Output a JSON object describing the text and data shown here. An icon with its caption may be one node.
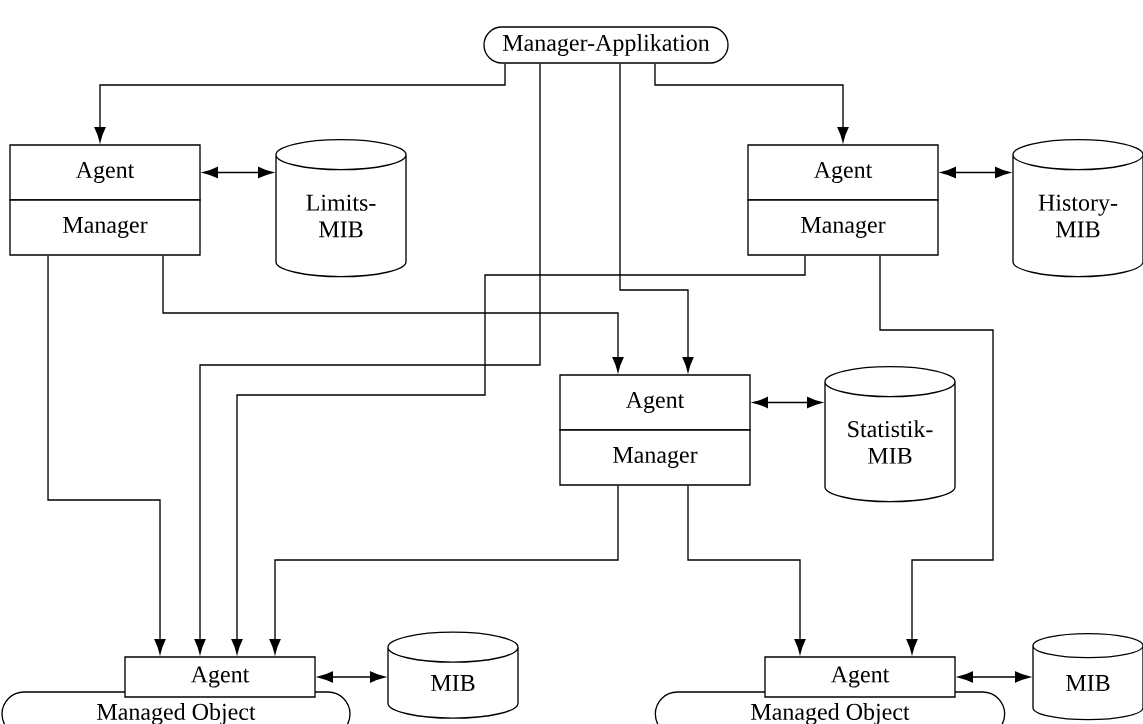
{
  "diagram": {
    "nodes": [
      {
        "text": [
          "Manager-Applikation"
        ]
      },
      {
        "text": [
          "Agent"
        ]
      },
      {
        "text": [
          "Manager"
        ]
      },
      {
        "text": [
          "Limits- MIB"
        ]
      },
      {
        "text": [
          "Agent"
        ]
      },
      {
        "text": [
          "Manager"
        ]
      },
      {
        "text": [
          "History- MIB"
        ]
      },
      {
        "text": [
          "Agent"
        ]
      },
      {
        "text": [
          "Manager"
        ]
      },
      {
        "text": [
          "Statistik- MIB"
        ]
      },
      {
        "text": [
          "Managed Object"
        ]
      },
      {
        "text": [
          "Agent"
        ]
      },
      {
        "text": [
          "MIB"
        ]
      },
      {
        "text": [
          "Managed Object"
        ]
      },
      {
        "text": [
          "Agent"
        ]
      },
      {
        "text": [
          "MIB"
        ]
      }
    ],
    "edges": [
      {
        "from": 0,
        "to": 1,
        "arrow": "to"
      },
      {
        "from": 0,
        "to": 4,
        "arrow": "to"
      },
      {
        "from": 0,
        "to": 11,
        "arrow": "to"
      },
      {
        "from": 0,
        "to": 7,
        "arrow": "to"
      },
      {
        "from": 1,
        "to": 3,
        "arrow": "both"
      },
      {
        "from": 2,
        "to": 11,
        "arrow": "to"
      },
      {
        "from": 2,
        "to": 7,
        "arrow": "to"
      },
      {
        "from": 4,
        "to": 6,
        "arrow": "both"
      },
      {
        "from": 5,
        "to": 11,
        "arrow": "to"
      },
      {
        "from": 5,
        "to": 14,
        "arrow": "to"
      },
      {
        "from": 7,
        "to": 9,
        "arrow": "both"
      },
      {
        "from": 8,
        "to": 11,
        "arrow": "to"
      },
      {
        "from": 8,
        "to": 14,
        "arrow": "to"
      },
      {
        "from": 11,
        "to": 12,
        "arrow": "both"
      },
      {
        "from": 14,
        "to": 15,
        "arrow": "both"
      }
    ]
  }
}
